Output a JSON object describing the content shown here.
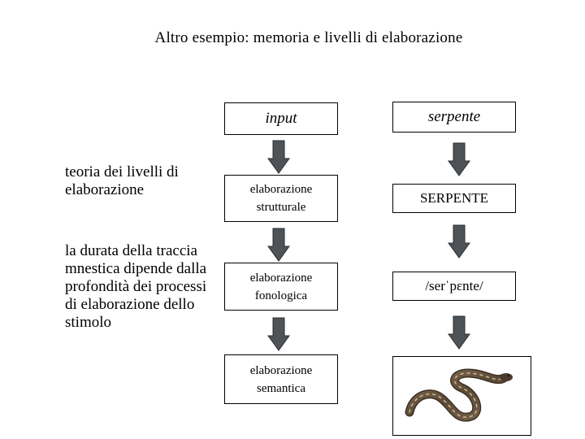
{
  "title": "Altro esempio: memoria e livelli di elaborazione",
  "left_column": {
    "heading": "teoria dei livelli di elaborazione",
    "body": "la durata della traccia mnestica dipende dalla profondità dei processi di elaborazione dello stimolo"
  },
  "middle_column": {
    "input_label": "input",
    "levels": [
      {
        "line1": "elaborazione",
        "line2": "strutturale"
      },
      {
        "line1": "elaborazione",
        "line2": "fonologica"
      },
      {
        "line1": "elaborazione",
        "line2": "semantica"
      }
    ]
  },
  "right_column": {
    "word": "serpente",
    "structural": "SERPENTE",
    "phonological": "/serˈpɛnte/",
    "semantic_image": "snake-image"
  },
  "colors": {
    "arrow_fill": "#4e5358",
    "arrow_stroke": "#2a2d31",
    "box_border": "#000000"
  }
}
